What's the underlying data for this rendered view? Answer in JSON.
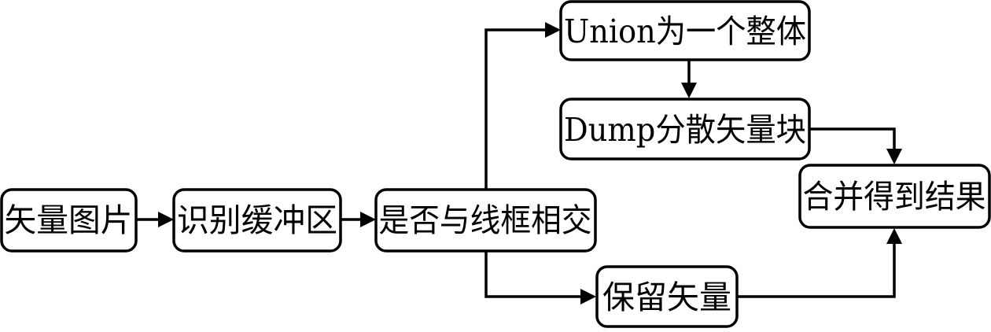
{
  "diagram": {
    "type": "flowchart",
    "nodes": [
      {
        "id": "vector-image",
        "label": "矢量图片"
      },
      {
        "id": "identify-buffer",
        "label": "识别缓冲区"
      },
      {
        "id": "intersect-check",
        "label": "是否与线框相交"
      },
      {
        "id": "union-whole",
        "label": "Union为一个整体"
      },
      {
        "id": "dump-blocks",
        "label": "Dump分散矢量块"
      },
      {
        "id": "merge-result",
        "label": "合并得到结果"
      },
      {
        "id": "keep-vector",
        "label": "保留矢量"
      }
    ],
    "edges": [
      {
        "from": "vector-image",
        "to": "identify-buffer"
      },
      {
        "from": "identify-buffer",
        "to": "intersect-check"
      },
      {
        "from": "intersect-check",
        "to": "union-whole"
      },
      {
        "from": "union-whole",
        "to": "dump-blocks"
      },
      {
        "from": "dump-blocks",
        "to": "merge-result"
      },
      {
        "from": "intersect-check",
        "to": "keep-vector"
      },
      {
        "from": "keep-vector",
        "to": "merge-result"
      }
    ],
    "colors": {
      "stroke": "#000000",
      "fill": "#ffffff",
      "text": "#000000"
    }
  }
}
